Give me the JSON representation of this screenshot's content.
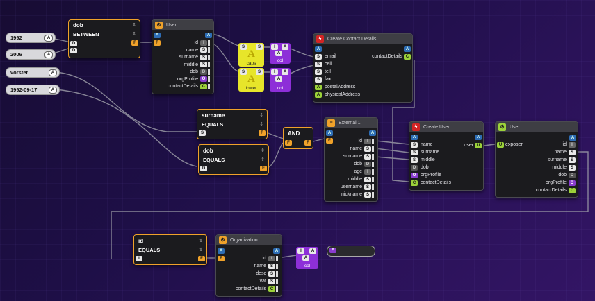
{
  "inputs": {
    "v1992": "1992",
    "v2006": "2006",
    "vorster": "vorster",
    "date": "1992-09-17",
    "tag": "A"
  },
  "filter_dob": {
    "field": "dob",
    "op": "BETWEEN",
    "pin1": "D",
    "pin2": "D",
    "out": "F"
  },
  "user_node": {
    "title": "User",
    "input_pin": "A",
    "out_pin": "A",
    "fields": [
      {
        "name": "id",
        "type": "I"
      },
      {
        "name": "name",
        "type": "S"
      },
      {
        "name": "surname",
        "type": "S"
      },
      {
        "name": "middle",
        "type": "S"
      },
      {
        "name": "dob",
        "type": "D"
      },
      {
        "name": "orgProfile",
        "type": "O"
      },
      {
        "name": "contactDetails",
        "type": "C"
      }
    ],
    "in_f": "F"
  },
  "caps": {
    "label": "caps",
    "s1": "S",
    "s2": "S",
    "a": "A"
  },
  "lower": {
    "label": "lower",
    "s1": "S",
    "s2": "S",
    "a": "A"
  },
  "col1": {
    "label": "col",
    "i": "I",
    "a1": "A",
    "a2": "A"
  },
  "col2": {
    "label": "col",
    "i": "I",
    "a1": "A",
    "a2": "A"
  },
  "create_contact": {
    "title": "Create Contact Details",
    "output": "contactDetails",
    "fields": [
      {
        "name": "email",
        "type": "S"
      },
      {
        "name": "cell",
        "type": "S"
      },
      {
        "name": "tell",
        "type": "S"
      },
      {
        "name": "fax",
        "type": "S"
      },
      {
        "name": "postalAddress",
        "type": "A"
      },
      {
        "name": "physicalAddress",
        "type": "A"
      }
    ]
  },
  "filter_surname": {
    "field": "surname",
    "op": "EQUALS",
    "pin": "S",
    "out": "F"
  },
  "filter_dob2": {
    "field": "dob",
    "op": "EQUALS",
    "pin": "D",
    "out": "F"
  },
  "and_node": {
    "label": "AND",
    "f1": "F",
    "f2": "F",
    "out": "F"
  },
  "external": {
    "title": "External 1",
    "fields": [
      {
        "name": "id",
        "type": "I"
      },
      {
        "name": "name",
        "type": "S"
      },
      {
        "name": "surname",
        "type": "S"
      },
      {
        "name": "dob",
        "type": "D"
      },
      {
        "name": "age",
        "type": "I"
      },
      {
        "name": "middle",
        "type": "S"
      },
      {
        "name": "username",
        "type": "S"
      },
      {
        "name": "nickname",
        "type": "S"
      }
    ]
  },
  "create_user": {
    "title": "Create User",
    "output": "user",
    "fields": [
      {
        "name": "name",
        "type": "S"
      },
      {
        "name": "surname",
        "type": "S"
      },
      {
        "name": "middle",
        "type": "S"
      },
      {
        "name": "dob",
        "type": "D"
      },
      {
        "name": "orgProfile",
        "type": "O"
      },
      {
        "name": "contactDetails",
        "type": "C"
      }
    ]
  },
  "user_right": {
    "title": "User",
    "input": "exposer",
    "fields": [
      {
        "name": "id",
        "type": "I"
      },
      {
        "name": "name",
        "type": "S"
      },
      {
        "name": "surname",
        "type": "S"
      },
      {
        "name": "middle",
        "type": "S"
      },
      {
        "name": "dob",
        "type": "D"
      },
      {
        "name": "orgProfile",
        "type": "O"
      },
      {
        "name": "contactDetails",
        "type": "C"
      }
    ]
  },
  "filter_id": {
    "field": "id",
    "op": "EQUALS",
    "pin": "I",
    "out": "F"
  },
  "organization": {
    "title": "Organization",
    "fields": [
      {
        "name": "id",
        "type": "I"
      },
      {
        "name": "name",
        "type": "S"
      },
      {
        "name": "desc",
        "type": "S"
      },
      {
        "name": "vat",
        "type": "S"
      },
      {
        "name": "contactDetails",
        "type": "C"
      }
    ]
  },
  "col3": {
    "label": "col",
    "i": "I",
    "a1": "A",
    "a2": "A"
  },
  "out_tag": "A"
}
